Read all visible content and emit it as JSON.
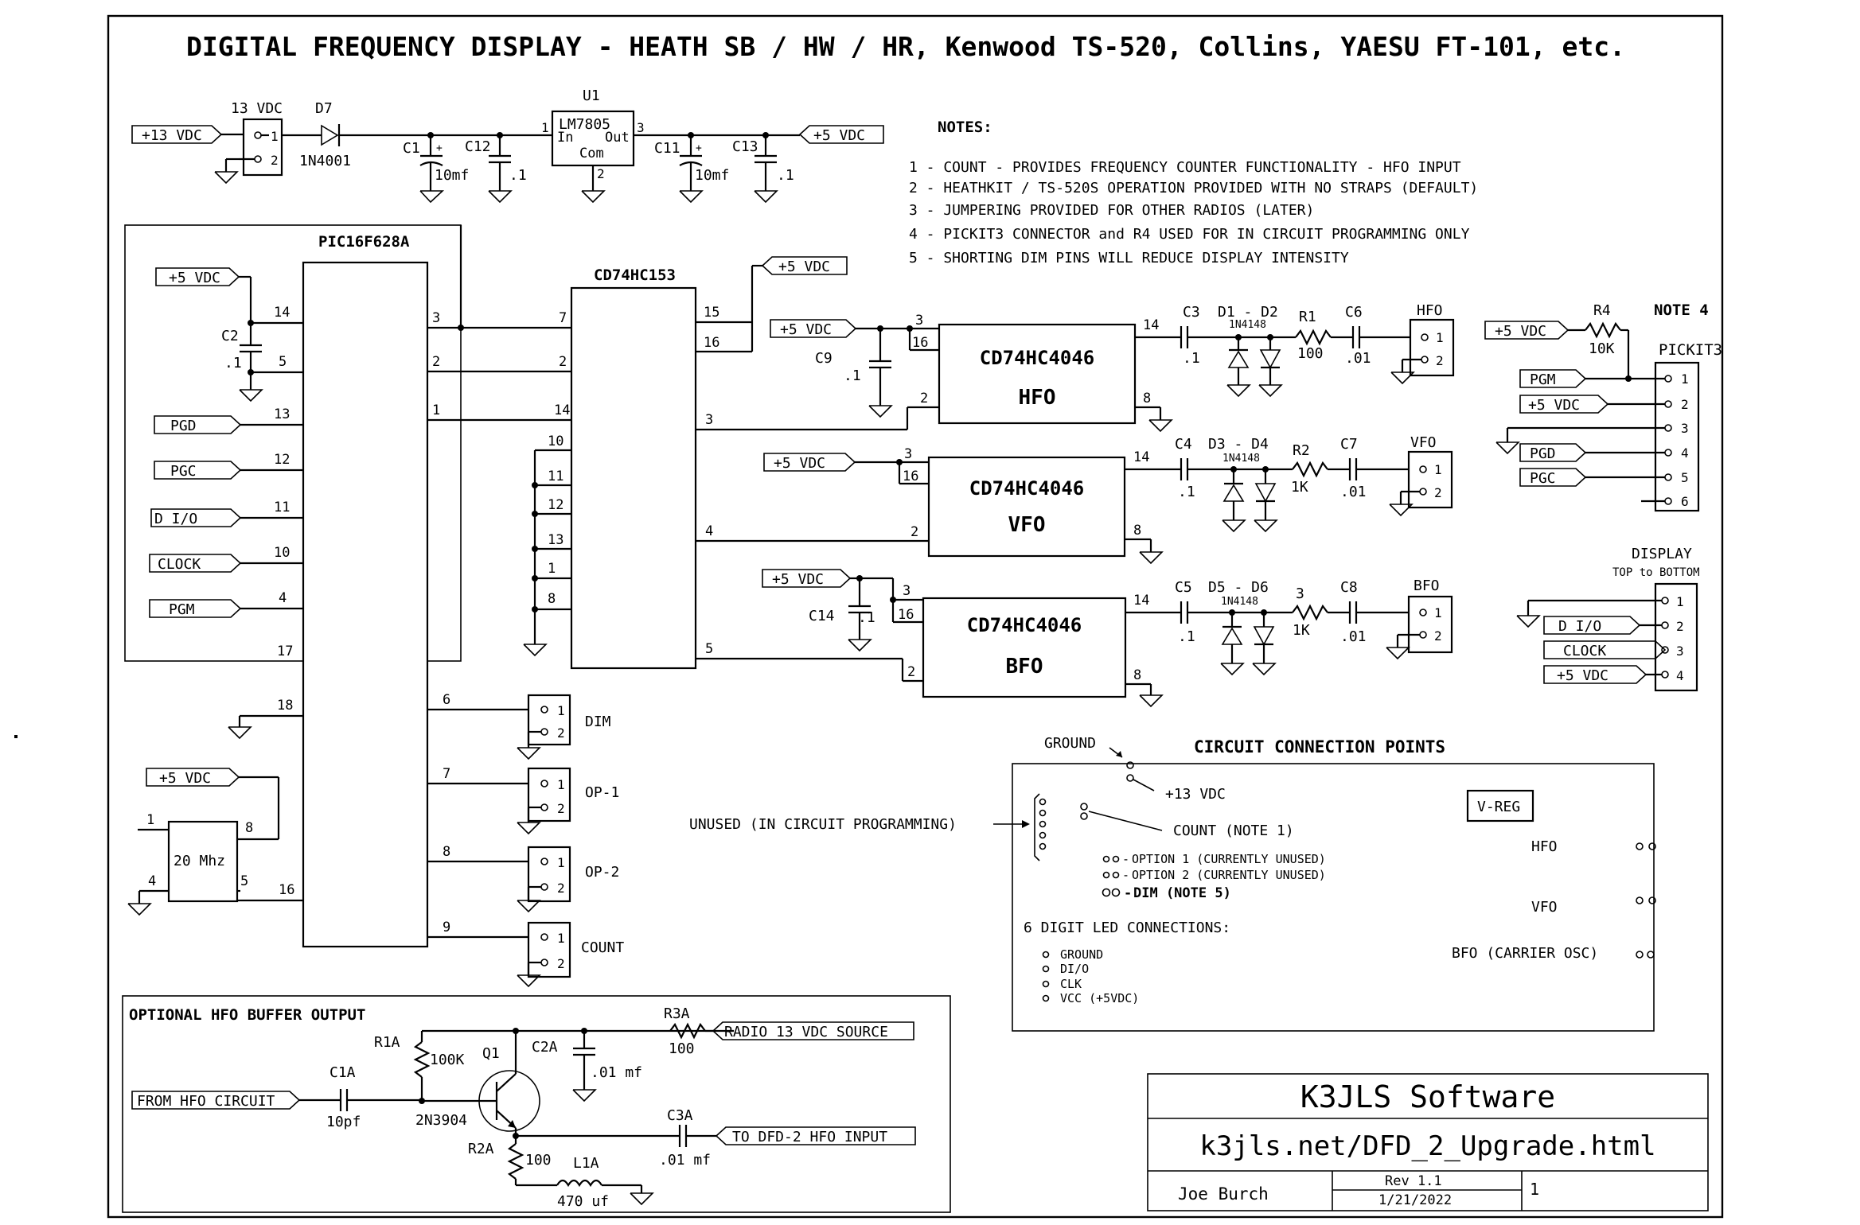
{
  "title": "DIGITAL FREQUENCY DISPLAY - HEATH SB / HW / HR, Kenwood TS-520, Collins, YAESU FT-101, etc.",
  "power": {
    "in_label": "+13 VDC",
    "jack_label": "13 VDC",
    "d7": "D7",
    "d7_part": "1N4001",
    "c1": "C1",
    "c1_val": "10mf",
    "c12": "C12",
    "c12_val": ".1",
    "u1": "U1",
    "reg_name": "LM7805",
    "reg_in": "In",
    "reg_out": "Out",
    "reg_com": "Com",
    "c11": "C11",
    "c11_val": "10mf",
    "c13": "C13",
    "c13_val": ".1",
    "out_label": "+5 VDC"
  },
  "notes": {
    "heading": "NOTES:",
    "items": [
      "1 - COUNT -  PROVIDES FREQUENCY COUNTER FUNCTIONALITY - HFO INPUT",
      "2 - HEATHKIT / TS-520S OPERATION PROVIDED WITH NO STRAPS (DEFAULT)",
      "3 - JUMPERING PROVIDED FOR OTHER RADIOS (LATER)",
      "4 - PICKIT3 CONNECTOR and R4 USED FOR IN CIRCUIT PROGRAMMING ONLY",
      "5 - SHORTING DIM PINS WILL REDUCE DISPLAY INTENSITY"
    ]
  },
  "pic": {
    "name": "PIC16F628A",
    "vdd_label": "+5 VDC",
    "c2": "C2",
    "c2_val": ".1",
    "signals": [
      "PGD",
      "PGC",
      "D I/O",
      "CLOCK",
      "PGM"
    ],
    "left_pins": [
      "14",
      "5",
      "13",
      "12",
      "11",
      "10",
      "4",
      "17",
      "18",
      "16"
    ],
    "right_pins": [
      "3",
      "2",
      "1",
      "6",
      "7",
      "8",
      "9"
    ],
    "osc_label": "20 Mhz",
    "osc_vdd": "+5 VDC",
    "osc_pins": [
      "1",
      "8",
      "4",
      "5"
    ]
  },
  "mux": {
    "name": "CD74HC153",
    "vdd_label": "+5 VDC",
    "left_pins": [
      "7",
      "2",
      "14",
      "10",
      "11",
      "12",
      "13",
      "1",
      "8"
    ],
    "right_pins": [
      "15",
      "16",
      "3",
      "4",
      "5"
    ]
  },
  "jumpers": [
    {
      "name": "DIM",
      "p1": "1",
      "p2": "2"
    },
    {
      "name": "OP-1",
      "p1": "1",
      "p2": "2"
    },
    {
      "name": "OP-2",
      "p1": "1",
      "p2": "2"
    },
    {
      "name": "COUNT",
      "p1": "1",
      "p2": "2"
    }
  ],
  "pll": [
    {
      "vdd": "+5 VDC",
      "cap": "C9",
      "cap_val": ".1",
      "chip": "CD74HC4046",
      "fn": "HFO",
      "p3": "3",
      "p16": "16",
      "p2": "2",
      "p14": "14",
      "p8": "8",
      "cin": "C3",
      "cin_val": ".1",
      "diodes": "D1 - D2",
      "dpart": "1N4148",
      "r": "R1",
      "r_val": "100",
      "cout": "C6",
      "cout_val": ".01",
      "conn": "HFO",
      "c1p": "1",
      "c2p": "2"
    },
    {
      "vdd": "+5 VDC",
      "cap": "",
      "cap_val": "",
      "chip": "CD74HC4046",
      "fn": "VFO",
      "p3": "3",
      "p16": "16",
      "p2": "2",
      "p14": "14",
      "p8": "8",
      "cin": "C4",
      "cin_val": ".1",
      "diodes": "D3 - D4",
      "dpart": "1N4148",
      "r": "R2",
      "r_val": "1K",
      "cout": "C7",
      "cout_val": ".01",
      "conn": "VFO",
      "c1p": "1",
      "c2p": "2"
    },
    {
      "vdd": "+5 VDC",
      "cap": "C14",
      "cap_val": ".1",
      "chip": "CD74HC4046",
      "fn": "BFO",
      "p3": "3",
      "p16": "16",
      "p2": "2",
      "p14": "14",
      "p8": "8",
      "cin": "C5",
      "cin_val": ".1",
      "diodes": "D5 - D6",
      "dpart": "1N4148",
      "r": "3",
      "r_val": "1K",
      "cout": "C8",
      "cout_val": ".01",
      "conn": "BFO",
      "c1p": "1",
      "c2p": "2"
    }
  ],
  "pickit": {
    "r4": "R4",
    "r4_val": "10K",
    "vdd": "+5 VDC",
    "note": "NOTE 4",
    "name": "PICKIT3",
    "labels": [
      "PGM",
      "+5 VDC",
      "",
      "PGD",
      "PGC",
      ""
    ],
    "pins": [
      "1",
      "2",
      "3",
      "4",
      "5",
      "6"
    ]
  },
  "display": {
    "title": "DISPLAY",
    "subtitle": "TOP to BOTTOM",
    "labels": [
      "",
      "D I/O",
      "CLOCK",
      "+5 VDC"
    ],
    "pins": [
      "1",
      "2",
      "3",
      "4"
    ]
  },
  "ccp": {
    "title": "CIRCUIT CONNECTION POINTS",
    "ground": "GROUND",
    "vin": "+13 VDC",
    "count": "COUNT (NOTE 1)",
    "unused": "UNUSED (IN CIRCUIT PROGRAMMING)",
    "opt1": "OPTION 1 (CURRENTLY UNUSED)",
    "opt2": "OPTION 2 (CURRENTLY UNUSED)",
    "dim": "DIM (NOTE 5)",
    "vreg": "V-REG",
    "hfo": "HFO",
    "vfo": "VFO",
    "bfo": "BFO (CARRIER OSC)",
    "led_title": "6 DIGIT LED CONNECTIONS:",
    "led_items": [
      "GROUND",
      "DI/O",
      "CLK",
      "VCC (+5VDC)"
    ]
  },
  "buffer": {
    "title": "OPTIONAL HFO BUFFER OUTPUT",
    "r1a": "R1A",
    "r1a_val": "100K",
    "q1": "Q1",
    "q1_part": "2N3904",
    "c2a": "C2A",
    "c2a_val": ".01 mf",
    "r3a": "R3A",
    "r3a_val": "100",
    "src": "RADIO 13 VDC SOURCE",
    "c1a": "C1A",
    "c1a_val": "10pf",
    "from": "FROM HFO CIRCUIT",
    "c3a": "C3A",
    "c3a_val": ".01 mf",
    "to": "TO DFD-2 HFO INPUT",
    "r2a": "R2A",
    "r2a_val": "100",
    "l1a": "L1A",
    "l1a_val": "470 uf"
  },
  "titleblock": {
    "company": "K3JLS Software",
    "url": "k3jls.net/DFD_2_Upgrade.html",
    "author": "Joe Burch",
    "rev": "Rev 1.1",
    "date": "1/21/2022",
    "sheet": "1"
  }
}
